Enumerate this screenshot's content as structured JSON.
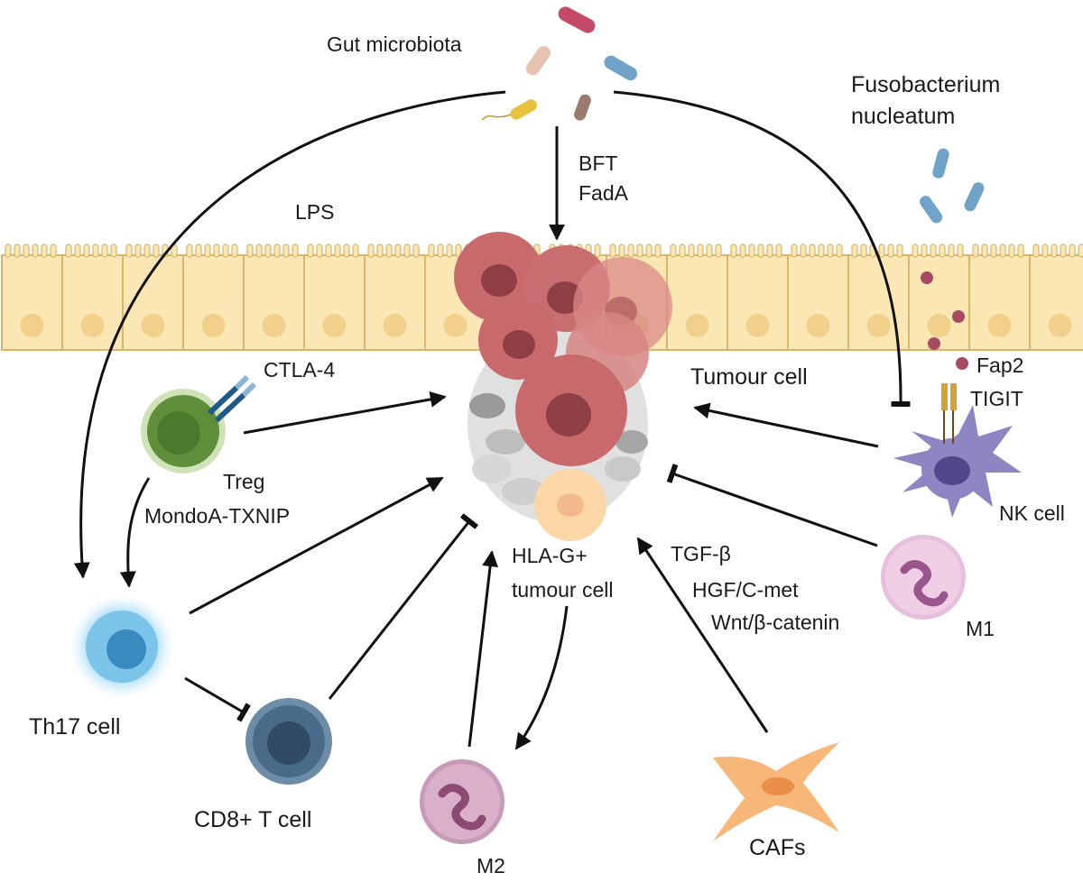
{
  "labels": {
    "gut_microbiota": "Gut microbiota",
    "fusobacterium_1": "Fusobacterium",
    "fusobacterium_2": "nucleatum",
    "lps": "LPS",
    "bft": "BFT",
    "fada": "FadA",
    "ctla4": "CTLA-4",
    "treg": "Treg",
    "mondoa": "MondoA-TXNIP",
    "tumour_cell": "Tumour cell",
    "fap2": "Fap2",
    "tigit": "TIGIT",
    "nk_cell": "NK cell",
    "hlag_1": "HLA-G+",
    "hlag_2": "tumour cell",
    "tgfb": "TGF-β",
    "hgf": "HGF/C-met",
    "wnt": "Wnt/β-catenin",
    "m1": "M1",
    "th17": "Th17 cell",
    "cd8": "CD8+ T cell",
    "m2": "M2",
    "cafs": "CAFs"
  },
  "colors": {
    "arrow": "#111111",
    "epithelium_fill": "#fbe7b4",
    "epithelium_stroke": "#d9b56e",
    "tumour": "#c8696b",
    "tumour_dark": "#8f3e45",
    "treg": "#5f8f3a",
    "th17": "#7cc3ea",
    "cd8": "#4a6b88",
    "m1_m2": "#d8a2c8",
    "nk": "#8e86c2",
    "caf": "#f6b779",
    "fap2": "#a84a62",
    "tigit": "#d6a136",
    "fuso_bacteria": "#6fa3c7"
  }
}
